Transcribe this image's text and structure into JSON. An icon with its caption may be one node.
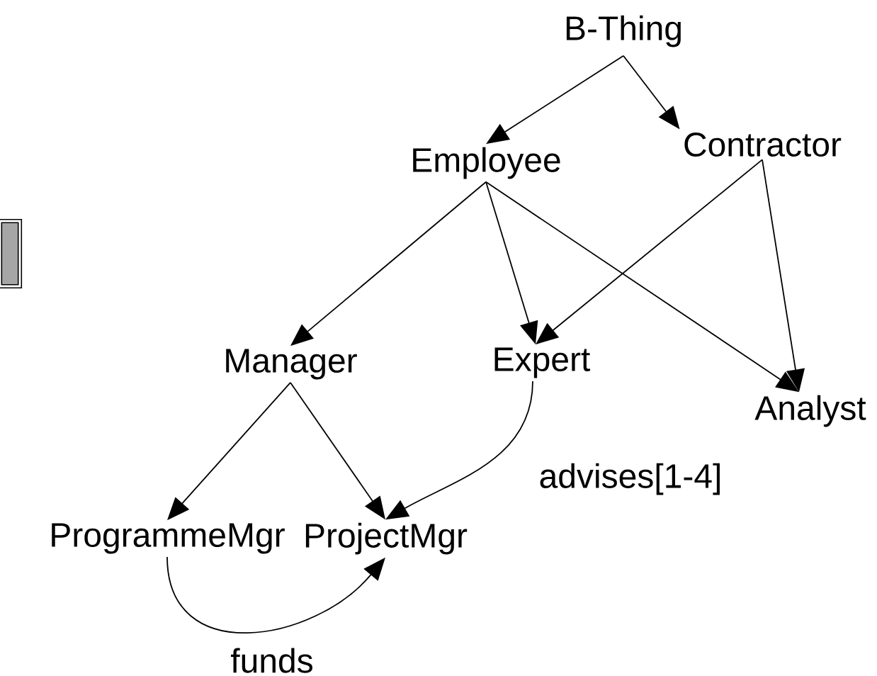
{
  "diagram": {
    "nodes": [
      {
        "text": [
          "B-Thing"
        ]
      },
      {
        "text": [
          "Employee"
        ]
      },
      {
        "text": [
          "Contractor"
        ]
      },
      {
        "text": [
          "Manager"
        ]
      },
      {
        "text": [
          "Expert"
        ]
      },
      {
        "text": [
          "Analyst"
        ]
      },
      {
        "text": [
          "ProgrammeMgr"
        ]
      },
      {
        "text": [
          "ProjectMgr"
        ]
      },
      {
        "text": [],
        "shape": "box"
      }
    ],
    "edges": [
      {
        "from": 0,
        "to": 1,
        "arrow": "to"
      },
      {
        "from": 0,
        "to": 2,
        "arrow": "to"
      },
      {
        "from": 1,
        "to": 3,
        "arrow": "to"
      },
      {
        "from": 1,
        "to": 4,
        "arrow": "to"
      },
      {
        "from": 1,
        "to": 5,
        "arrow": "to"
      },
      {
        "from": 2,
        "to": 4,
        "arrow": "to"
      },
      {
        "from": 2,
        "to": 5,
        "arrow": "to"
      },
      {
        "from": 3,
        "to": 6,
        "arrow": "to"
      },
      {
        "from": 3,
        "to": 7,
        "arrow": "to"
      },
      {
        "from": 4,
        "to": 7,
        "arrow": "to",
        "label": "advises[1-4]"
      },
      {
        "from": 6,
        "to": 7,
        "arrow": "to",
        "label": "funds"
      }
    ]
  }
}
